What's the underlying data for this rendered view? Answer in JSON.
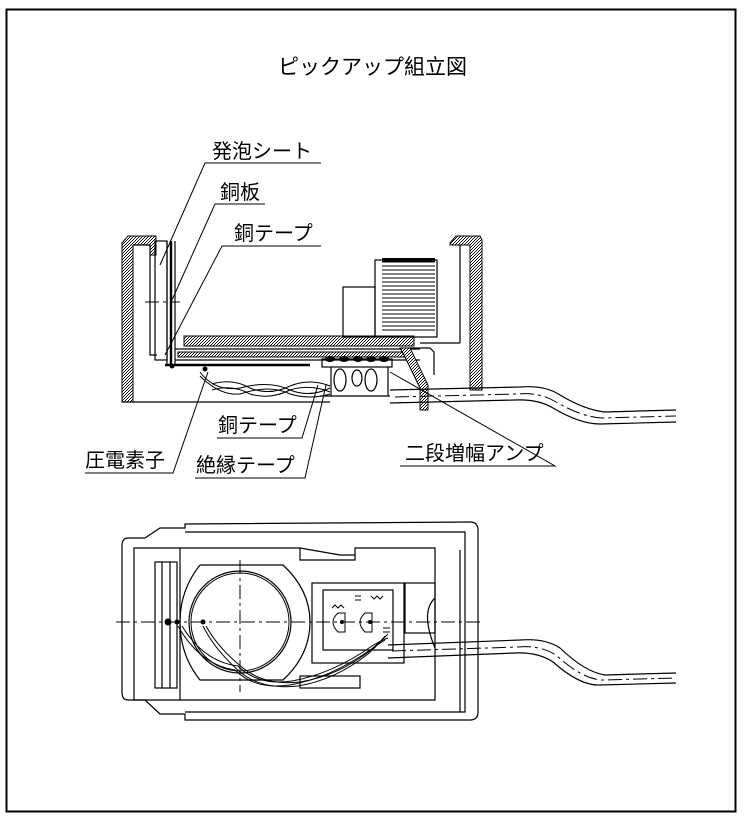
{
  "title": "ピックアップ組立図",
  "colors": {
    "line": "#000000",
    "background": "#ffffff"
  },
  "side_view": {
    "labels": [
      {
        "id": "foam-sheet",
        "text": "発泡シート"
      },
      {
        "id": "copper-plate",
        "text": "銅板"
      },
      {
        "id": "copper-tape-top",
        "text": "銅テープ"
      },
      {
        "id": "copper-tape-bottom",
        "text": "銅テープ"
      },
      {
        "id": "piezo-element",
        "text": "圧電素子"
      },
      {
        "id": "insulating-tape",
        "text": "絶縁テープ"
      },
      {
        "id": "two-stage-amp",
        "text": "二段増幅アンプ"
      }
    ]
  },
  "top_view": {
    "description": "plan view of pickup assembly"
  }
}
